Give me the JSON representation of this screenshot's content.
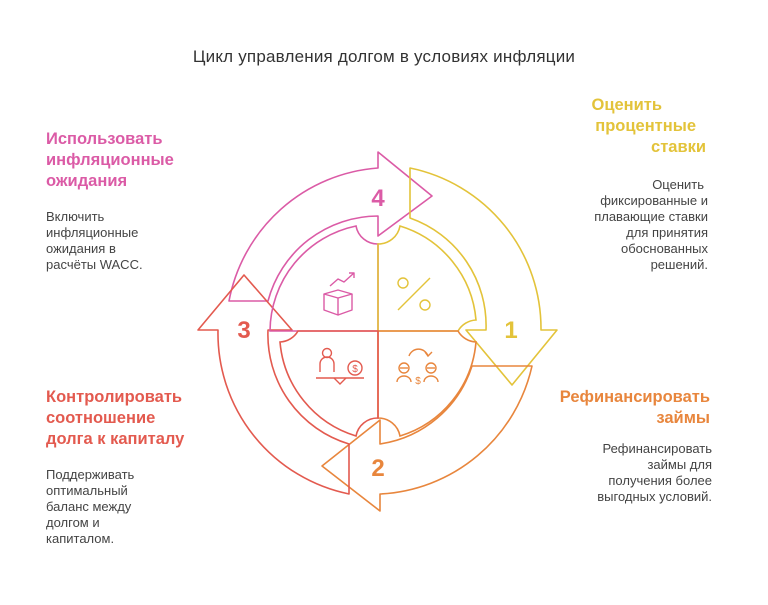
{
  "title": "Цикл управления долгом в условиях инфляции",
  "colors": {
    "yellow": "#e3c33a",
    "orange": "#e8863d",
    "red": "#e35a4f",
    "pink": "#db5ba6"
  },
  "steps": [
    {
      "number": "1",
      "heading": "Оценить процентные ставки",
      "heading_lines": [
        "Оценить",
        "процентные",
        "ставки"
      ],
      "description": "Оценить фиксированные и плавающие ставки для принятия обоснованных решений.",
      "description_lines": [
        "Оценить",
        "фиксированные и",
        "плавающие ставки",
        "для принятия",
        "обоснованных",
        "решений."
      ],
      "icon": "percent-icon",
      "color": "#e3c33a"
    },
    {
      "number": "2",
      "heading": "Рефинансировать займы",
      "heading_lines": [
        "Рефинансировать",
        "займы"
      ],
      "description": "Рефинансировать займы для получения более выгодных условий.",
      "description_lines": [
        "Рефинансировать",
        "займы для",
        "получения более",
        "выгодных условий."
      ],
      "icon": "refinance-people-icon",
      "color": "#e8863d"
    },
    {
      "number": "3",
      "heading": "Контролировать соотношение долга к капиталу",
      "heading_lines": [
        "Контролировать",
        "соотношение",
        "долга к капиталу"
      ],
      "description": "Поддерживать оптимальный баланс между долгом и капиталом.",
      "description_lines": [
        "Поддерживать",
        "оптимальный",
        "баланс между",
        "долгом и",
        "капиталом."
      ],
      "icon": "balance-scale-icon",
      "color": "#e35a4f"
    },
    {
      "number": "4",
      "heading": "Использовать инфляционные ожидания",
      "heading_lines": [
        "Использовать",
        "инфляционные",
        "ожидания"
      ],
      "description": "Включить инфляционные ожидания в расчёты WACC.",
      "description_lines": [
        "Включить",
        "инфляционные",
        "ожидания в",
        "расчёты WACC."
      ],
      "icon": "trend-box-icon",
      "color": "#db5ba6"
    }
  ]
}
